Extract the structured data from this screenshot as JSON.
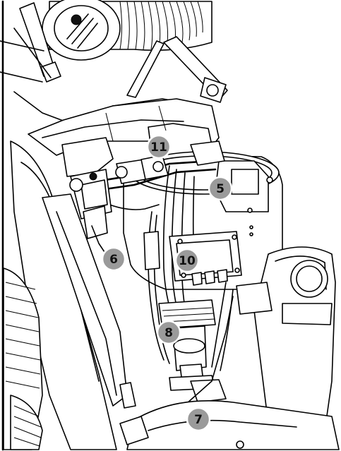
{
  "callouts": [
    {
      "id": "c11",
      "label": "11"
    },
    {
      "id": "c5",
      "label": "5"
    },
    {
      "id": "c6",
      "label": "6"
    },
    {
      "id": "c10",
      "label": "10"
    },
    {
      "id": "c8",
      "label": "8"
    },
    {
      "id": "c7",
      "label": "7"
    }
  ],
  "colors": {
    "line": "#000000",
    "background": "#ffffff",
    "callout_fill": "#9a9a9a",
    "callout_text": "#111111"
  }
}
